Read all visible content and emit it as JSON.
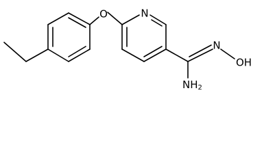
{
  "molecule": {
    "atoms": {
      "oxygen_ether": "O",
      "nitrogen_ring": "N",
      "oxime": "N",
      "oxime_hydroxyl": "OH",
      "amine_element": "NH",
      "amine_subscript": "2"
    }
  }
}
